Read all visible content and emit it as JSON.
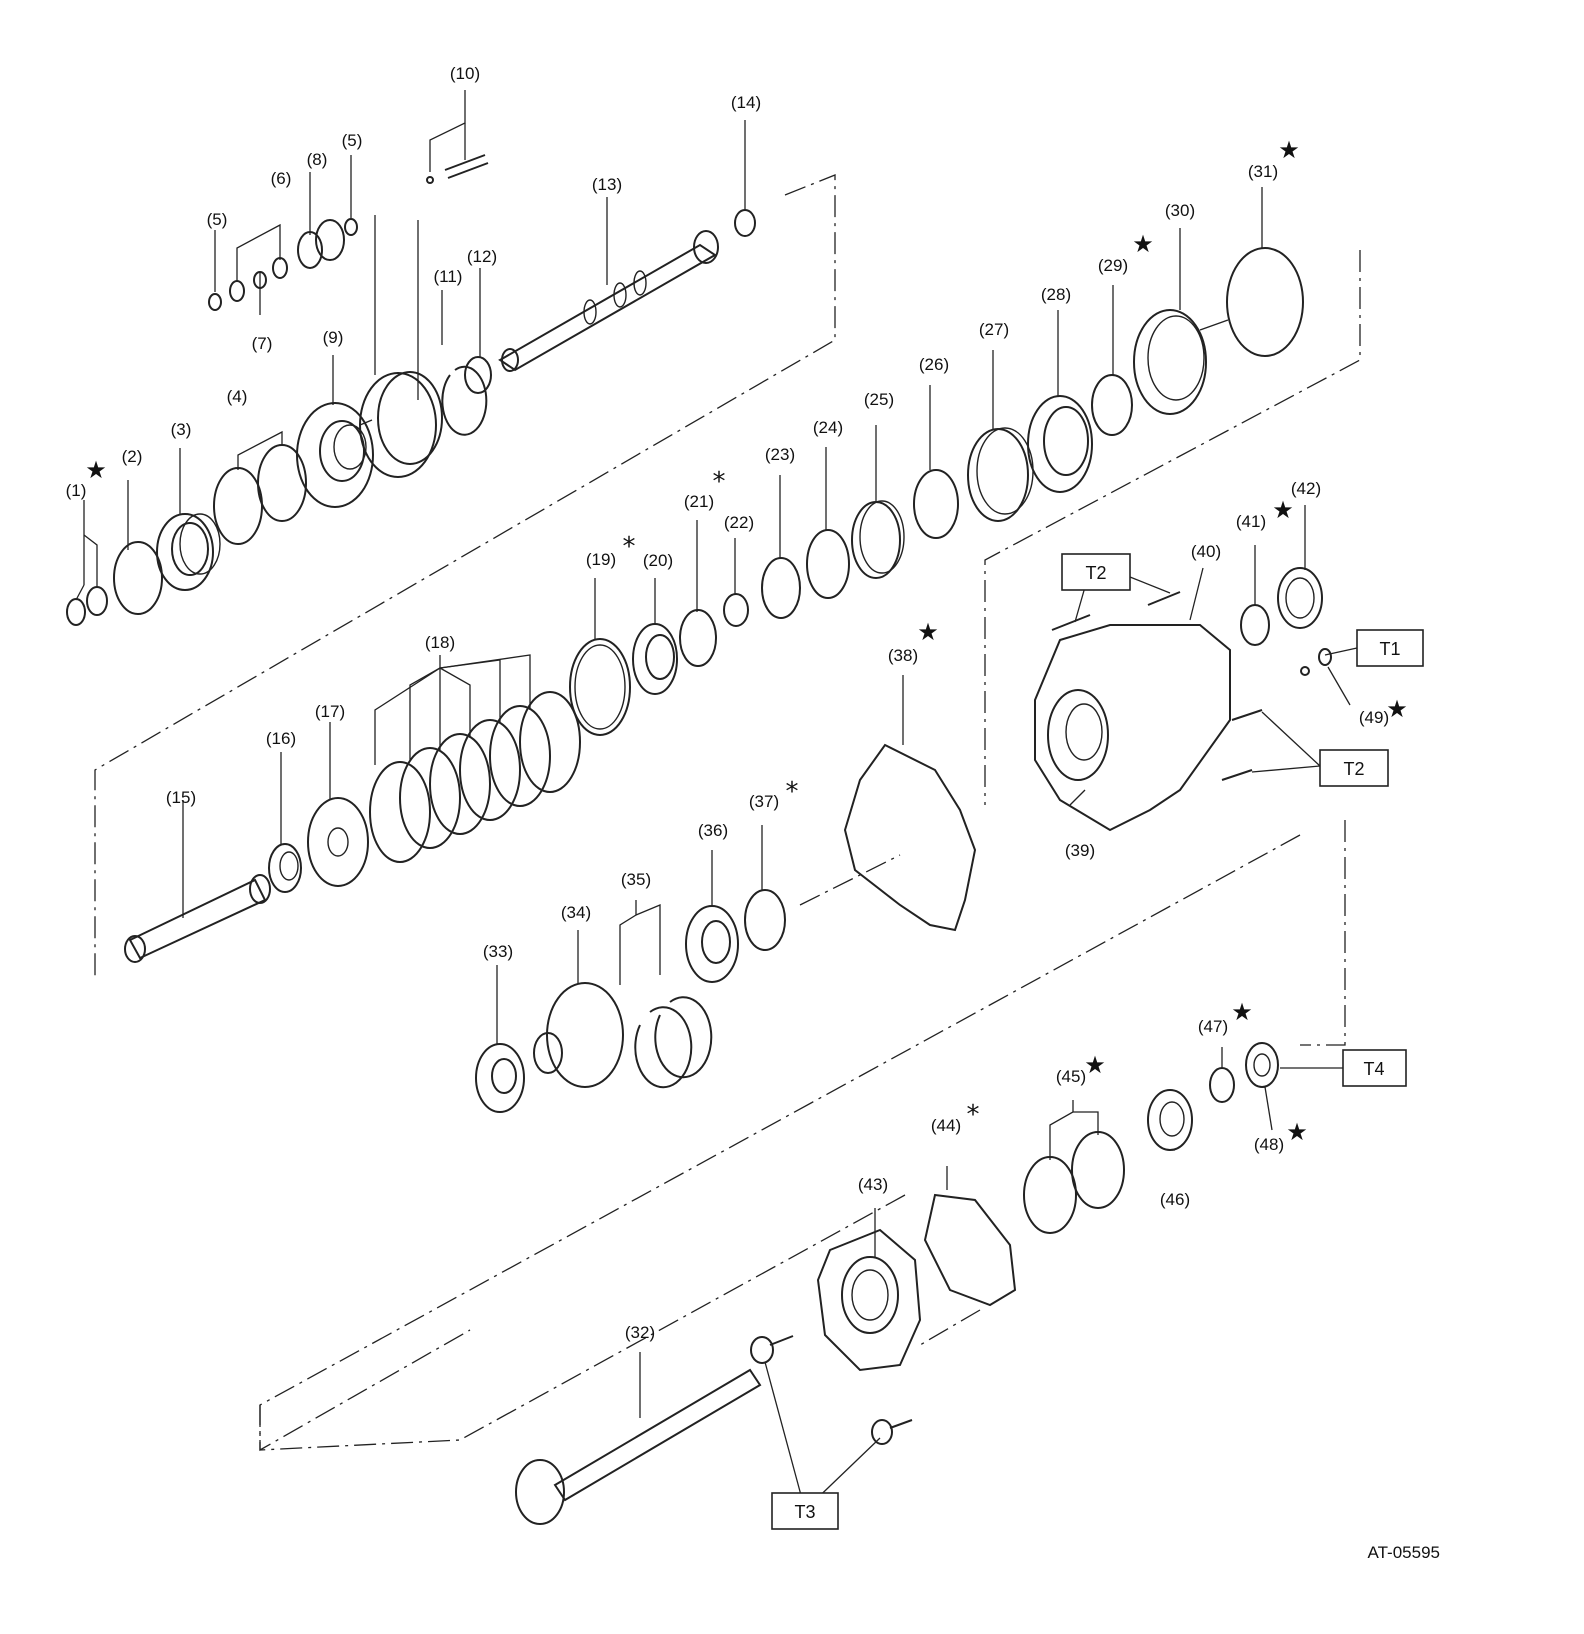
{
  "diagram": {
    "code": "AT-05595",
    "part_labels": [
      "(1)",
      "(2)",
      "(3)",
      "(4)",
      "(5)",
      "(5)",
      "(6)",
      "(7)",
      "(8)",
      "(9)",
      "(10)",
      "(11)",
      "(12)",
      "(13)",
      "(14)",
      "(15)",
      "(16)",
      "(17)",
      "(18)",
      "(19)",
      "(20)",
      "(21)",
      "(22)",
      "(23)",
      "(24)",
      "(25)",
      "(26)",
      "(27)",
      "(28)",
      "(29)",
      "(30)",
      "(31)",
      "(32)",
      "(33)",
      "(34)",
      "(35)",
      "(36)",
      "(37)",
      "(38)",
      "(39)",
      "(40)",
      "(41)",
      "(42)",
      "(43)",
      "(44)",
      "(45)",
      "(46)",
      "(47)",
      "(48)",
      "(49)"
    ],
    "torque_labels": [
      "T1",
      "T2",
      "T2",
      "T3",
      "T4"
    ],
    "star_symbol": "★",
    "asterisk_symbol": "*"
  }
}
